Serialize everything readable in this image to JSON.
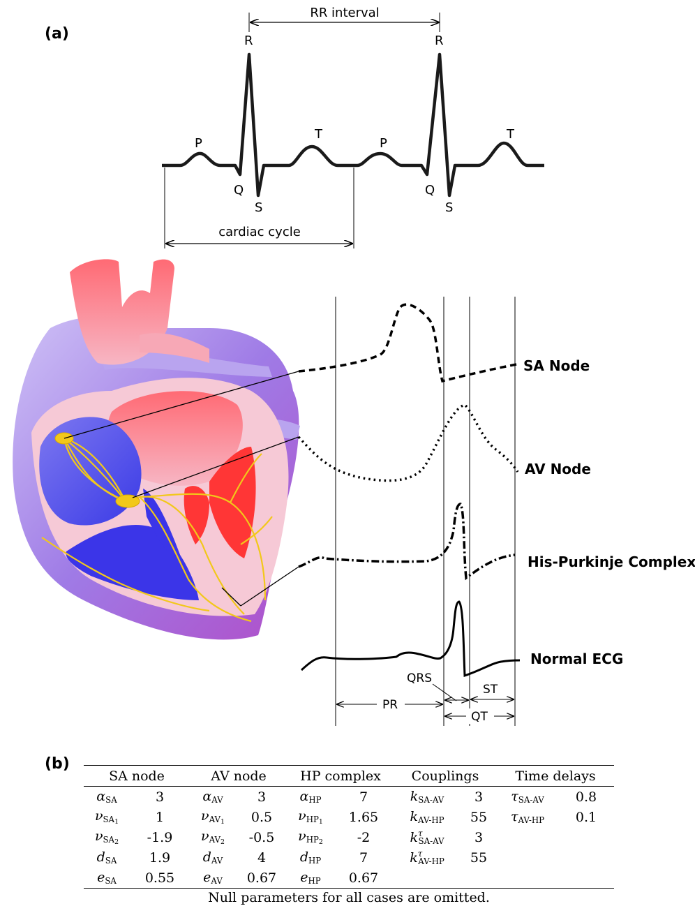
{
  "panel_a": {
    "label": "(a)",
    "ecg_labels": {
      "rr_interval": "RR interval",
      "cardiac_cycle": "cardiac cycle",
      "P": "P",
      "Q": "Q",
      "R": "R",
      "S": "S",
      "T": "T"
    },
    "traces": [
      "SA Node",
      "AV Node",
      "His-Purkinje Complex",
      "Normal ECG"
    ],
    "intervals": {
      "qrs": "QRS",
      "pr": "PR",
      "st": "ST",
      "qt": "QT"
    }
  },
  "panel_b": {
    "label": "(b)",
    "headers": [
      "SA node",
      "AV node",
      "HP complex",
      "Couplings",
      "Time delays"
    ],
    "rows": [
      {
        "v1": "3",
        "v2": "3",
        "v3": "7",
        "v4": "3",
        "v5": "0.8"
      },
      {
        "v1": "1",
        "v2": "0.5",
        "v3": "1.65",
        "v4": "55",
        "v5": "0.1"
      },
      {
        "v1": "-1.9",
        "v2": "-0.5",
        "v3": "-2",
        "v4": "3",
        "v5": ""
      },
      {
        "v1": "1.9",
        "v2": "4",
        "v3": "7",
        "v4": "55",
        "v5": ""
      },
      {
        "v1": "0.55",
        "v2": "0.67",
        "v3": "0.67",
        "v4": "",
        "v5": ""
      }
    ],
    "footnote": "Null parameters for all cases are omitted."
  },
  "colors": {
    "ecg_line": "#1a1a1a",
    "artery_red": "#f0506a",
    "heart_purple": "#b07ae0",
    "ventricle_blue": "#3a3ae6",
    "conduction_yellow": "#f2c81a"
  }
}
